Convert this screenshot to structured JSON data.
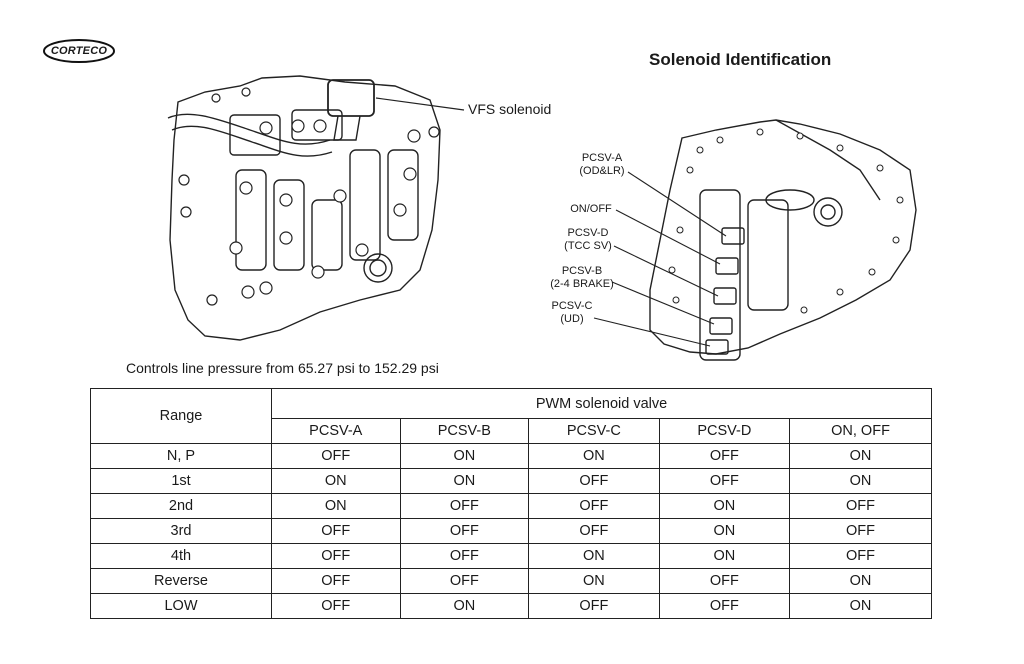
{
  "logo": {
    "text": "CORTECO"
  },
  "title": "Solenoid Identification",
  "left_diagram": {
    "callout": "VFS solenoid",
    "caption": "Controls line pressure from 65.27 psi to 152.29 psi"
  },
  "right_diagram": {
    "callouts": [
      {
        "line1": "PCSV-A",
        "line2": "(OD&LR)"
      },
      {
        "line1": "ON/OFF",
        "line2": ""
      },
      {
        "line1": "PCSV-D",
        "line2": "(TCC SV)"
      },
      {
        "line1": "PCSV-B",
        "line2": "(2-4 BRAKE)"
      },
      {
        "line1": "PCSV-C",
        "line2": "(UD)"
      }
    ]
  },
  "table": {
    "range_header": "Range",
    "group_header": "PWM solenoid valve",
    "columns": [
      "PCSV-A",
      "PCSV-B",
      "PCSV-C",
      "PCSV-D",
      "ON, OFF"
    ],
    "rows": [
      {
        "range": "N, P",
        "values": [
          "OFF",
          "ON",
          "ON",
          "OFF",
          "ON"
        ]
      },
      {
        "range": "1st",
        "values": [
          "ON",
          "ON",
          "OFF",
          "OFF",
          "ON"
        ]
      },
      {
        "range": "2nd",
        "values": [
          "ON",
          "OFF",
          "OFF",
          "ON",
          "OFF"
        ]
      },
      {
        "range": "3rd",
        "values": [
          "OFF",
          "OFF",
          "OFF",
          "ON",
          "OFF"
        ]
      },
      {
        "range": "4th",
        "values": [
          "OFF",
          "OFF",
          "ON",
          "ON",
          "OFF"
        ]
      },
      {
        "range": "Reverse",
        "values": [
          "OFF",
          "OFF",
          "ON",
          "OFF",
          "ON"
        ]
      },
      {
        "range": "LOW",
        "values": [
          "OFF",
          "ON",
          "OFF",
          "OFF",
          "ON"
        ]
      }
    ]
  }
}
